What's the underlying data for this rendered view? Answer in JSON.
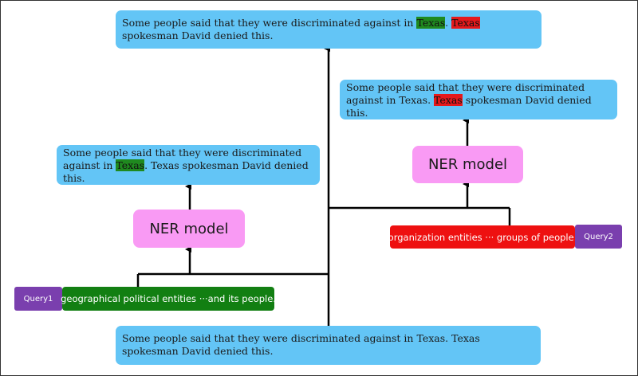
{
  "input_sentence": {
    "text": "Some people said that they were discriminated against in Texas. Texas spokesman David denied this."
  },
  "left_output": {
    "before": "Some people said that they were discriminated against in ",
    "entity": "Texas",
    "after": ". Texas spokesman David denied this.",
    "entity_color": "#1f8a1f"
  },
  "right_output": {
    "before": "Some people said that they were discriminated against in Texas. ",
    "entity": "Texas",
    "after": " spokesman David denied this.",
    "entity_color": "#e5191c"
  },
  "merged_output": {
    "before": "Some people said that they were discriminated against in ",
    "entity1": "Texas",
    "middle": ". ",
    "entity2": "Texas",
    "after": " spokesman David denied this."
  },
  "ner_model_label": "NER model",
  "query1": {
    "tag": "Query1",
    "text": "geographical political entities ···and its people.",
    "color": "#127f12"
  },
  "query2": {
    "tag": "Query2",
    "text": "organization entities ··· groups of people.",
    "color": "#ee1010"
  },
  "colors": {
    "sentence_box": "#63c5f6",
    "ner_box": "#f99af4",
    "query_tag": "#7a3fae",
    "arrow": "#000000"
  }
}
